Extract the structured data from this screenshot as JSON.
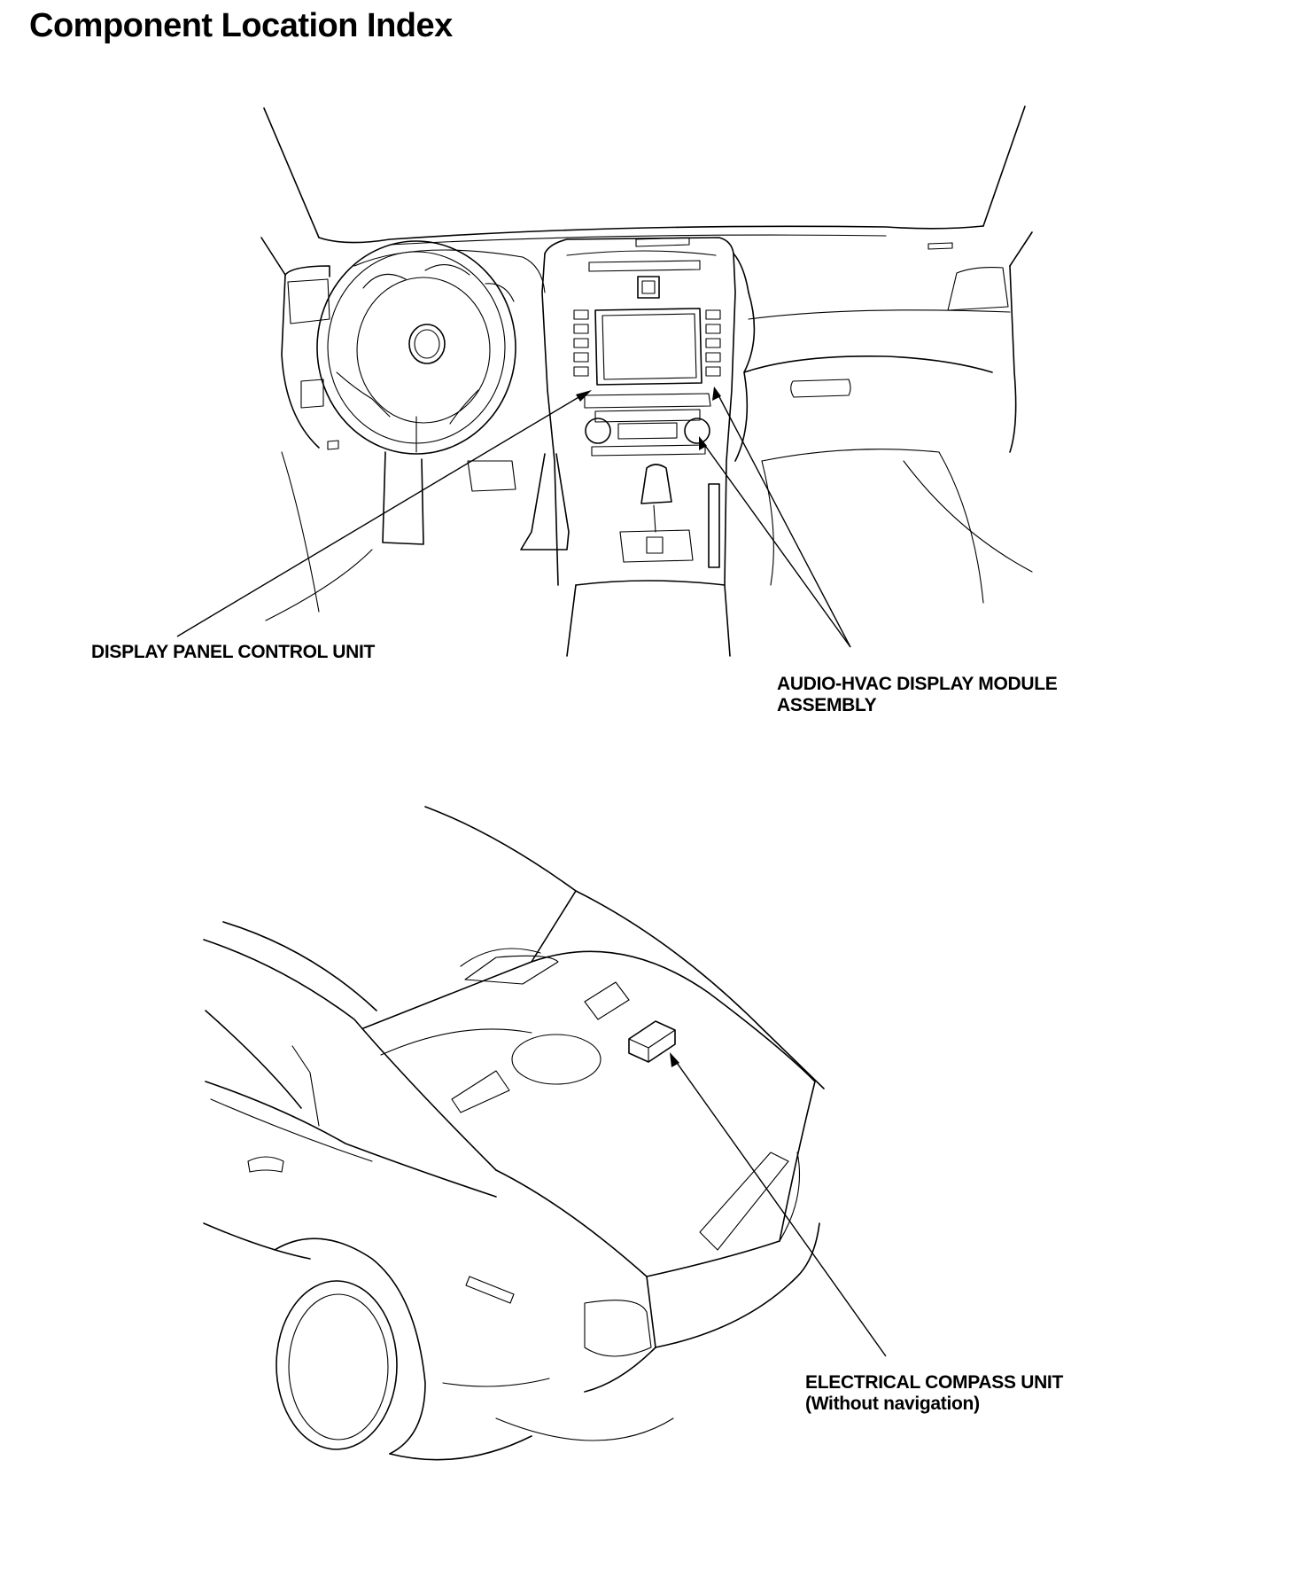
{
  "page": {
    "title": "Component Location Index"
  },
  "callouts": {
    "display_panel_control_unit": "DISPLAY PANEL CONTROL UNIT",
    "audio_hvac_display_module": {
      "line1": "AUDIO-HVAC DISPLAY MODULE",
      "line2": "ASSEMBLY"
    },
    "electrical_compass_unit": {
      "line1": "ELECTRICAL COMPASS UNIT",
      "line2": "(Without navigation)"
    }
  }
}
